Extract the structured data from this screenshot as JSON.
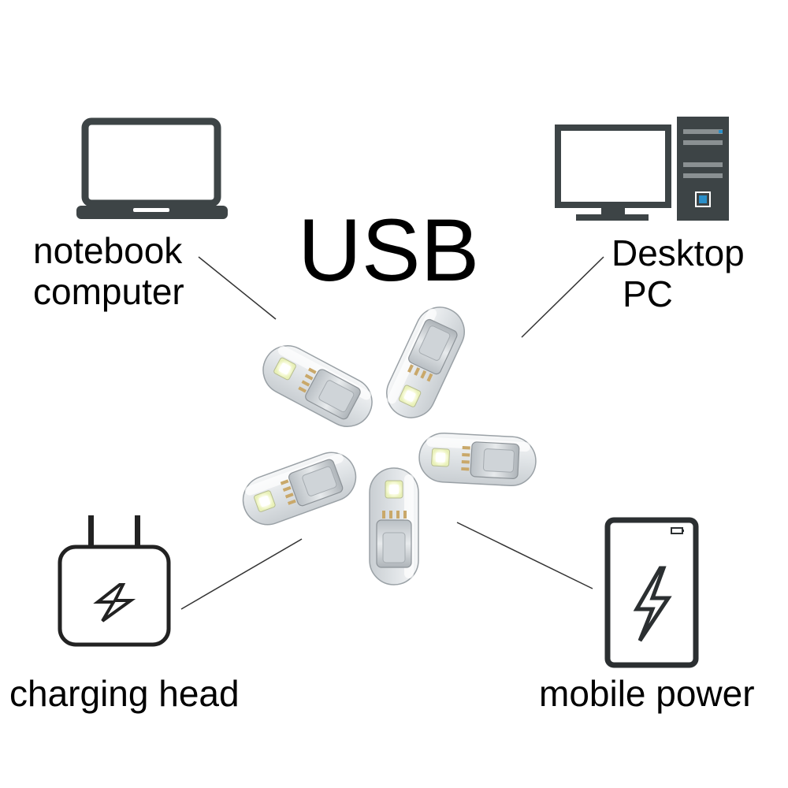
{
  "title": "USB",
  "devices": {
    "notebook": {
      "line1": "notebook",
      "line2": "computer",
      "icon": "laptop-icon"
    },
    "desktop": {
      "line1": "Desktop",
      "line2": "PC",
      "icon": "desktop-computer-icon"
    },
    "charging": {
      "label": "charging head",
      "icon": "wall-charger-icon"
    },
    "mobile": {
      "label": "mobile power",
      "icon": "power-bank-icon"
    }
  },
  "product": {
    "name": "usb-led-light",
    "count": 5
  },
  "colors": {
    "icon_stroke": "#3d4446",
    "accent": "#2a8fc9",
    "text": "#000000"
  }
}
